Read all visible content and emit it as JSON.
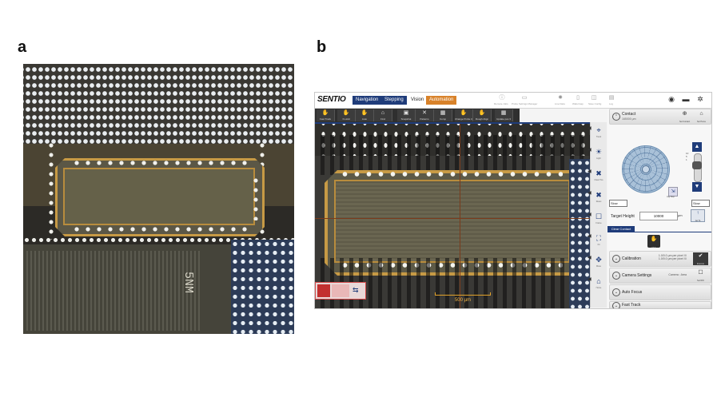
{
  "figure": {
    "panel_a_label": "a",
    "panel_b_label": "b",
    "die_marking": "5NM"
  },
  "app": {
    "logo": "SENTIO",
    "tabs": [
      "Navigation",
      "Stepping",
      "Vision",
      "Automation"
    ],
    "active_tab": "Automation",
    "accent_color": "#d8822a",
    "brand_color": "#1f3c7a",
    "top_actions": [
      {
        "icon": "info-icon",
        "label": "Remote Jobs"
      },
      {
        "icon": "folder-icon",
        "label": "Probe Settings Manager"
      },
      {
        "icon": "gear-icon",
        "label": "Live Data"
      },
      {
        "icon": "document-icon",
        "label": "Wafermap"
      },
      {
        "icon": "wafer-icon",
        "label": "Save Config"
      },
      {
        "icon": "chart-icon",
        "label": "Log"
      }
    ],
    "toolbar": [
      {
        "icon": "hand-icon",
        "label": "Fast Track"
      },
      {
        "icon": "hand-icon",
        "label": "X-Hold"
      },
      {
        "icon": "hand-icon",
        "label": "Auto"
      },
      {
        "icon": "home-icon",
        "label": "Find"
      },
      {
        "icon": "camera-icon",
        "label": "Snapshot"
      },
      {
        "icon": "cross-icon",
        "label": "Patterns"
      },
      {
        "icon": "grid-icon",
        "label": "Comp"
      },
      {
        "icon": "hand-icon",
        "label": "Change Probe Card"
      },
      {
        "icon": "hand-icon",
        "label": "Rough Align"
      },
      {
        "icon": "grid-icon",
        "label": "Update pos 3"
      }
    ],
    "viewport": {
      "scale_label": "500 µm"
    },
    "side_buttons": [
      {
        "icon": "target-icon",
        "label": "Track"
      },
      {
        "icon": "light-icon",
        "label": "Light"
      },
      {
        "icon": "x-icon",
        "label": "Clear Pos"
      },
      {
        "icon": "x-icon",
        "label": "Reset"
      },
      {
        "icon": "square-icon",
        "label": "Frame"
      },
      {
        "icon": "focus-icon",
        "label": "Fit"
      },
      {
        "icon": "move-icon",
        "label": "Move"
      },
      {
        "icon": "home-icon",
        "label": "Home"
      }
    ],
    "right_panel": {
      "contact": {
        "title": "Contact",
        "subtitle": "165000 µm",
        "btn1": "Set Contact",
        "btn2": "Set Home"
      },
      "z_scale": [
        "10",
        "5",
        "1"
      ],
      "speed_left": "Slow",
      "speed_right": "Slow",
      "target_height_label": "Target Height",
      "target_height_value": "10000",
      "target_height_unit": "µm",
      "target_height_btn": "Go To",
      "small_icon_label": "Jog Step",
      "clear_contact": "Clear Contact",
      "double_click_label": "Click",
      "sections": [
        {
          "title": "Calibration",
          "value": "1.0/0.0 µm per pixel X/\n1.0/0.0 µm per pixel X/",
          "btn": "Execute",
          "dark": true
        },
        {
          "title": "Camera Settings",
          "value": "Camera : Area",
          "btn": "Set ROI",
          "dark": false
        },
        {
          "title": "Auto Focus",
          "value": "",
          "btn": "",
          "dark": false
        },
        {
          "title": "Fast Track",
          "value": "",
          "btn": "",
          "dark": false
        }
      ]
    }
  }
}
